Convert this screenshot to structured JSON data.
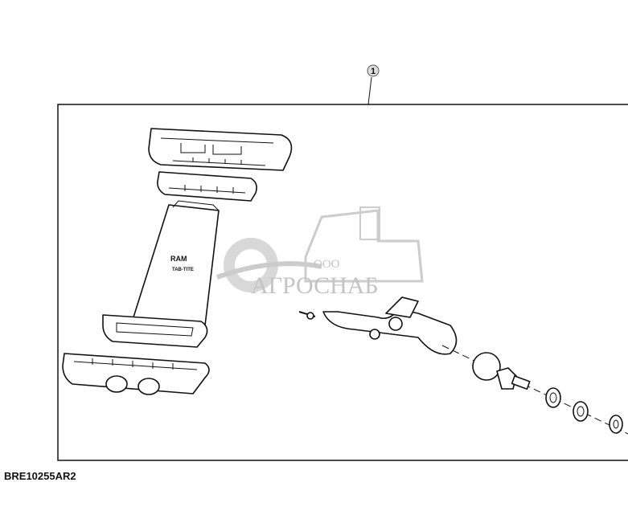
{
  "callout": {
    "number": "1"
  },
  "figure_id": "BRE10255AR2",
  "product_label": {
    "brand": "RAM",
    "model": "TAB-TITE"
  },
  "watermark": {
    "prefix": "ООО",
    "name": "АГРОСНАБ"
  },
  "colors": {
    "line": "#111111",
    "watermark": "#c4c4c4",
    "background": "#ffffff"
  }
}
